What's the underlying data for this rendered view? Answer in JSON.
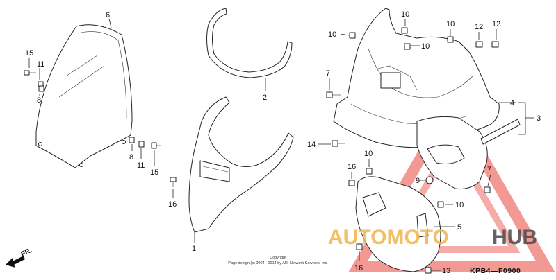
{
  "diagram": {
    "part_numbers": {
      "p1": "1",
      "p2": "2",
      "p3": "3",
      "p4": "4",
      "p5": "5",
      "p6": "6",
      "p7a": "7",
      "p7b": "7",
      "p8a": "8",
      "p8b": "8",
      "p9": "9",
      "p10a": "10",
      "p10b": "10",
      "p10c": "10",
      "p10d": "10",
      "p10e": "10",
      "p10f": "10",
      "p11a": "11",
      "p11b": "11",
      "p12a": "12",
      "p12b": "12",
      "p13": "13",
      "p14": "14",
      "p15a": "15",
      "p15b": "15",
      "p16a": "16",
      "p16b": "16",
      "p16c": "16"
    },
    "diagram_code": "KPB4—F0900",
    "direction_label": "FR.",
    "copyright_line1": "Copyright",
    "copyright_line2": "Page design (c) 2004 - 2014 by ARI Network Services, Inc."
  },
  "watermark": {
    "part_a": "AUTOMOTO",
    "part_b": "HUB",
    "color_primary": "#e8453c",
    "color_secondary": "#f0b44a"
  }
}
